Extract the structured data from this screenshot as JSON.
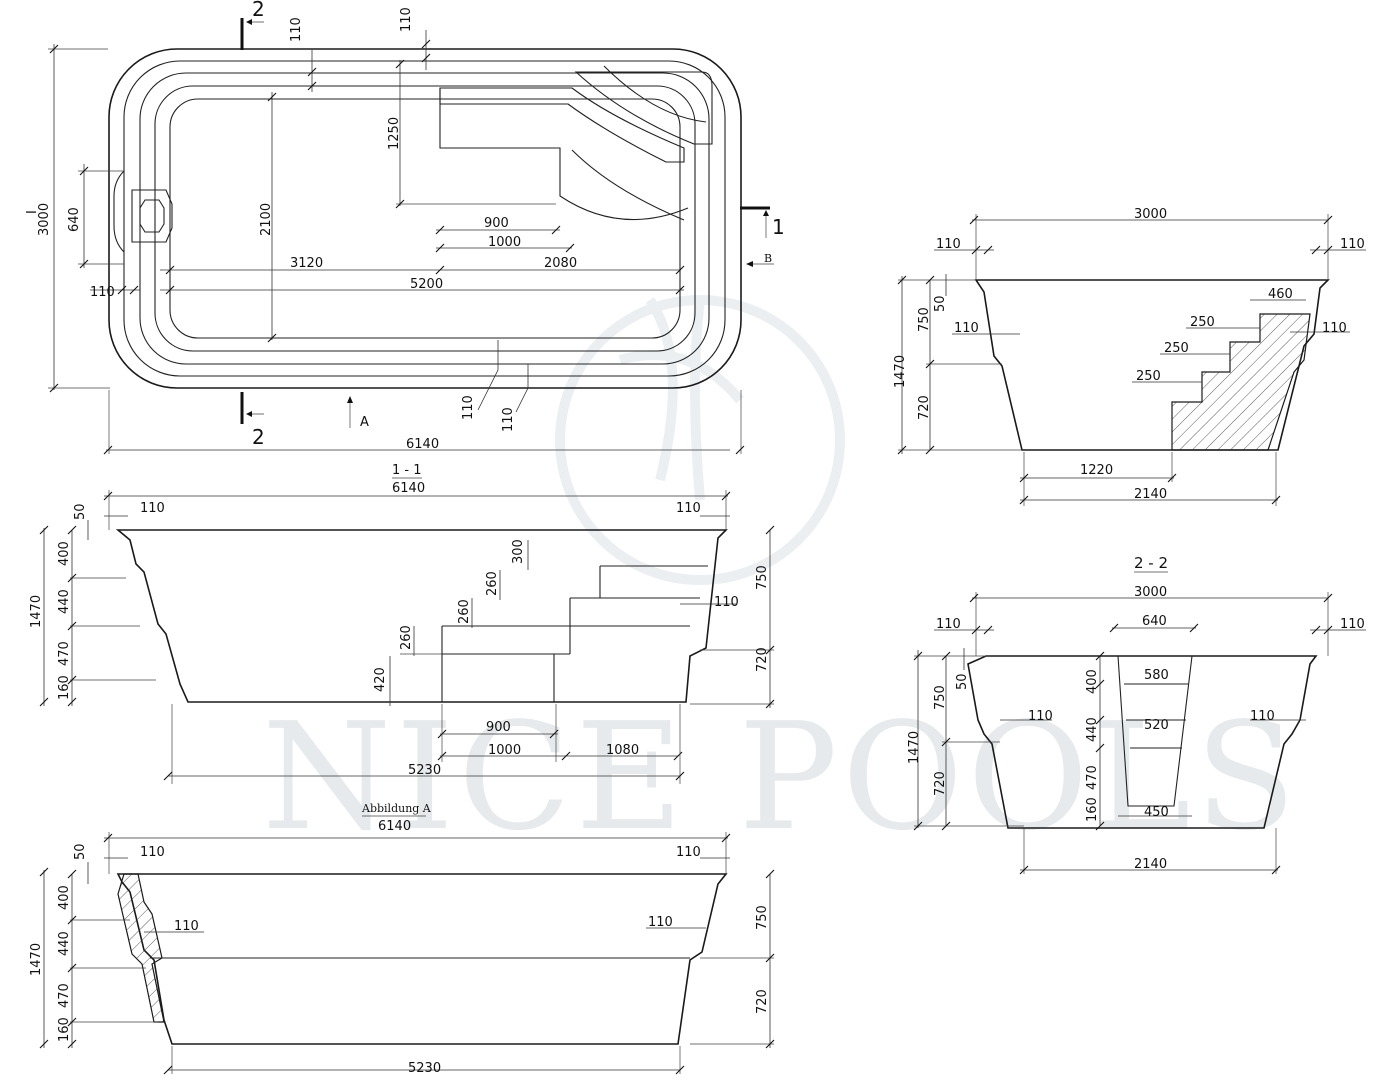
{
  "watermark": {
    "brand": "NICE POOLS"
  },
  "plan": {
    "section_marks": {
      "one": "1",
      "two": "2",
      "a": "A",
      "b": "B",
      "i": "I"
    },
    "dims": {
      "overall_length": "6140",
      "overall_width": "3000",
      "inner_width": "2100",
      "niche": "640",
      "step_depth": "1250",
      "rim_top": "110",
      "rim_left": "110",
      "rim_bottom_a": "110",
      "rim_bottom_b": "110",
      "rim_top_b": "110",
      "len_3120": "3120",
      "len_5200": "5200",
      "step_900": "900",
      "step_1000": "1000",
      "step_2080": "2080"
    }
  },
  "section_11": {
    "title": "1 - 1",
    "dims": {
      "overall": "6140",
      "rim_l": "110",
      "rim_r": "110",
      "lip": "50",
      "h_total": "1470",
      "h_400": "400",
      "h_440": "440",
      "h_470": "470",
      "h_160": "160",
      "h_750": "750",
      "h_720": "720",
      "ledge_r": "110",
      "s_300": "300",
      "s_260a": "260",
      "s_260b": "260",
      "s_260c": "260",
      "s_420": "420",
      "w_900": "900",
      "w_1000": "1000",
      "w_1080": "1080",
      "floor": "5230"
    }
  },
  "section_a": {
    "title": "Abbildung A",
    "dims": {
      "overall": "6140",
      "rim_l": "110",
      "rim_r": "110",
      "lip": "50",
      "h_total": "1470",
      "h_400": "400",
      "h_440": "440",
      "h_470": "470",
      "h_160": "160",
      "h_750": "750",
      "h_720": "720",
      "ledge_l": "110",
      "ledge_r": "110",
      "floor": "5230"
    }
  },
  "section_b": {
    "dims": {
      "overall": "3000",
      "rim_l": "110",
      "rim_r": "110",
      "lip": "50",
      "h_total": "1470",
      "h_750": "750",
      "h_720": "720",
      "ledge_l": "110",
      "ledge_r": "110",
      "step_460": "460",
      "step_250a": "250",
      "step_250b": "250",
      "step_250c": "250",
      "floor_1220": "1220",
      "floor_2140": "2140"
    }
  },
  "section_22": {
    "title": "2 - 2",
    "dims": {
      "overall": "3000",
      "rim_l": "110",
      "rim_r": "110",
      "lip": "50",
      "h_total": "1470",
      "h_750": "750",
      "h_720": "720",
      "ledge_l": "110",
      "ledge_r": "110",
      "w_640": "640",
      "w_580": "580",
      "w_520": "520",
      "w_450": "450",
      "h_400": "400",
      "h_440": "440",
      "h_470": "470",
      "h_160": "160",
      "floor": "2140"
    }
  }
}
